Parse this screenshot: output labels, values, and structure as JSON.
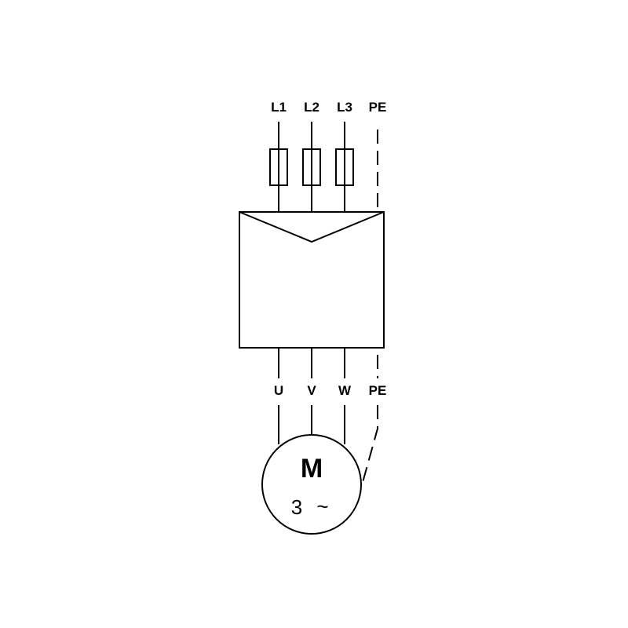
{
  "supply_terminals": [
    "L1",
    "L2",
    "L3",
    "PE"
  ],
  "output_terminals": [
    "U",
    "V",
    "W",
    "PE"
  ],
  "motor": {
    "letter": "M",
    "phase_count": "3",
    "ac_symbol": "~"
  },
  "colors": {
    "line": "#000000",
    "background": "#ffffff"
  }
}
